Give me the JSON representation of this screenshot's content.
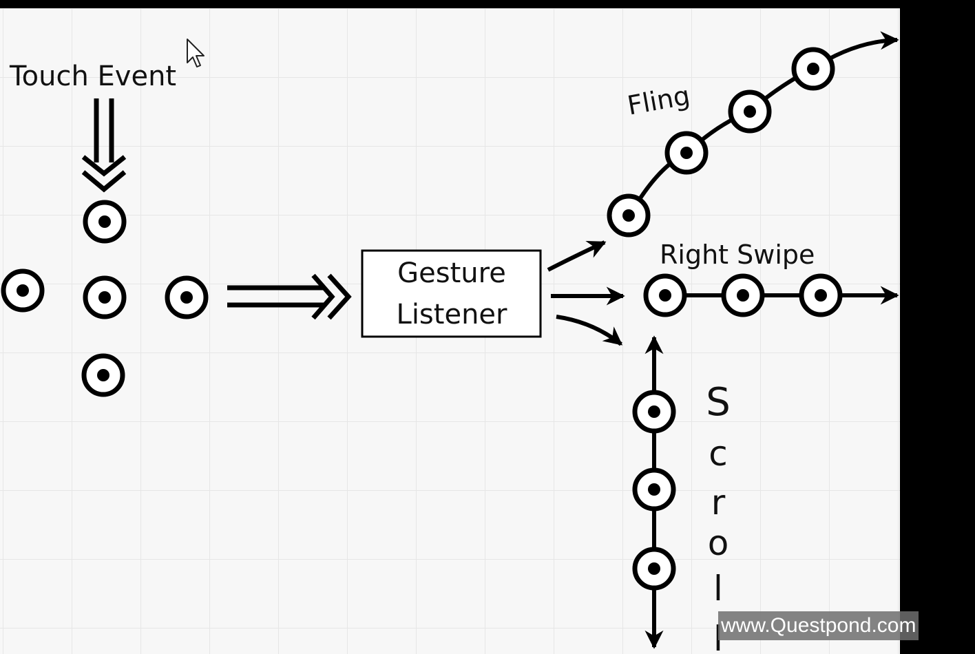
{
  "labels": {
    "touch_event": "Touch Event",
    "gesture_listener_line1": "Gesture",
    "gesture_listener_line2": "Listener",
    "fling": "Fling",
    "right_swipe": "Right Swipe",
    "scroll_letters": [
      "S",
      "c",
      "r",
      "o",
      "l",
      "l"
    ]
  },
  "watermark": {
    "text": "www.Questpond.com"
  },
  "icons": {
    "touch_point": "touch-point-icon",
    "cursor": "mouse-pointer-icon"
  }
}
